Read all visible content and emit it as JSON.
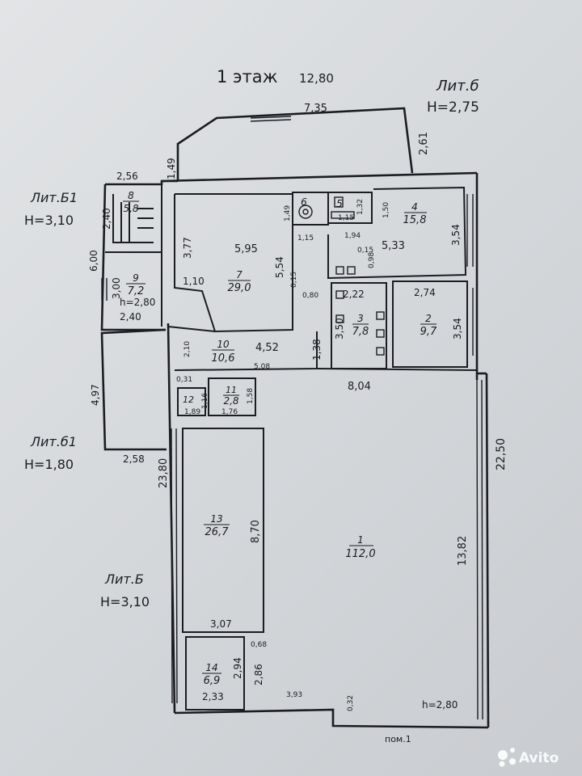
{
  "header": {
    "floor": "1 этаж",
    "total_width": "12,80"
  },
  "liters": {
    "lit_b_top": {
      "name": "Лит.б",
      "height": "Н=2,75"
    },
    "lit_b1_upper": {
      "name": "Лит.Б1",
      "height": "Н=3,10"
    },
    "lit_b1_lower": {
      "name": "Лит.б1",
      "height": "Н=1,80"
    },
    "lit_b_main": {
      "name": "Лит.Б",
      "height": "Н=3,10"
    }
  },
  "rooms": [
    {
      "num": "1",
      "area": "112,0"
    },
    {
      "num": "2",
      "area": "9,7"
    },
    {
      "num": "3",
      "area": "7,8"
    },
    {
      "num": "4",
      "area": "15,8"
    },
    {
      "num": "5",
      "area": ""
    },
    {
      "num": "6",
      "area": ""
    },
    {
      "num": "7",
      "area": "29,0"
    },
    {
      "num": "8",
      "area": "5,8"
    },
    {
      "num": "9",
      "area": "7,2"
    },
    {
      "num": "10",
      "area": "10,6"
    },
    {
      "num": "11",
      "area": "2,8"
    },
    {
      "num": "12",
      "area": ""
    },
    {
      "num": "13",
      "area": "26,7"
    },
    {
      "num": "14",
      "area": "6,9"
    }
  ],
  "dimensions": {
    "d735": "7,35",
    "d261": "2,61",
    "d149a": "1,49",
    "d256": "2,56",
    "d240a": "2,40",
    "d600": "6,00",
    "d377": "3,77",
    "d595": "5,95",
    "d554": "5,54",
    "d110": "1,10",
    "d015a": "0,15",
    "d080": "0,80",
    "d149b": "1,49",
    "d115a": "1,15",
    "d115b": "1,15",
    "d194": "1,94",
    "d132": "1,32",
    "d150": "1,50",
    "d354a": "3,54",
    "d533": "5,33",
    "d015b": "0,15",
    "d098": "0,98",
    "d222": "2,22",
    "d350": "3,50",
    "d274": "2,74",
    "d354b": "3,54",
    "d300": "3,00",
    "d280h": "h=2,80",
    "d240b": "2,40",
    "d210": "2,10",
    "d452": "4,52",
    "d138": "1,38",
    "d508": "5,08",
    "d804": "8,04",
    "d031": "0,31",
    "d116": "1,16",
    "d158": "1,58",
    "d176": "1,76",
    "d089": "1,89",
    "d497": "4,97",
    "d258": "2,58",
    "d2380": "23,80",
    "d870": "8,70",
    "d2250": "22,50",
    "d1382": "13,82",
    "d307": "3,07",
    "d068": "0,68",
    "d294": "2,94",
    "d286": "2,86",
    "d233": "2,33",
    "d393": "3,93",
    "d032": "0,32",
    "d280h2": "h=2,80"
  },
  "footer": {
    "room_label": "пом.1"
  },
  "watermark": {
    "text": "Avito"
  },
  "colors": {
    "ink": "#1c1c22",
    "paper": "#d9dcdf",
    "watermark": "#ffffff"
  }
}
